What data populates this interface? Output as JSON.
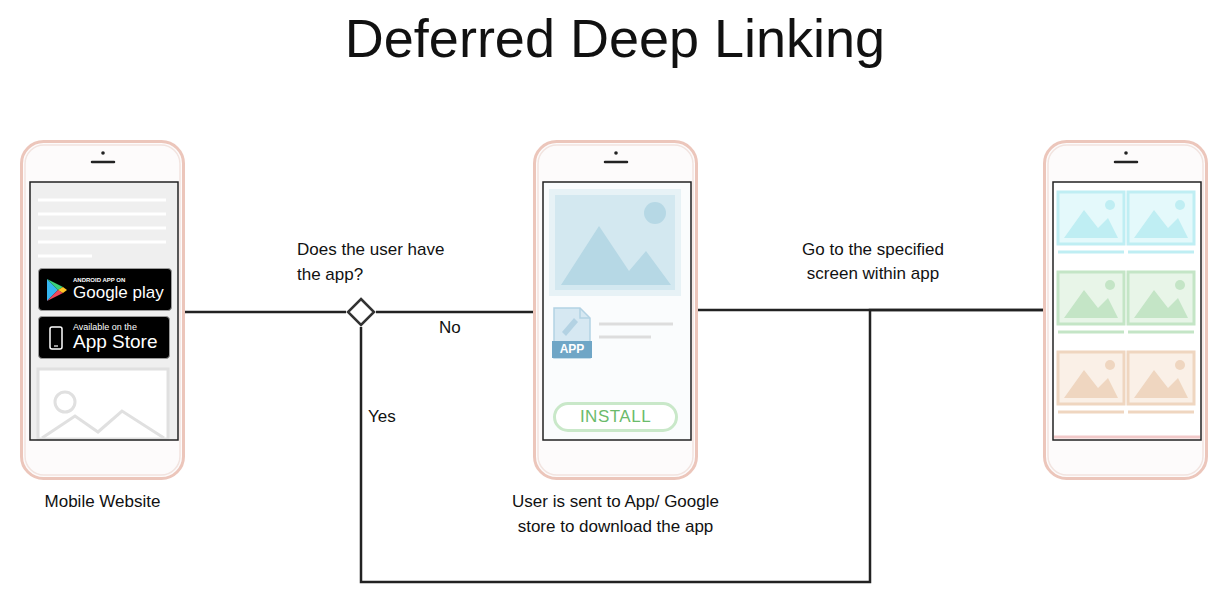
{
  "diagram": {
    "title": "Deferred Deep Linking",
    "nodes": [
      {
        "text": [
          "Mobile Website"
        ]
      },
      {
        "text": [
          "ANDROID APP ON",
          "Google play"
        ],
        "in": 0
      },
      {
        "text": [
          "Available on the",
          "App Store"
        ],
        "in": 0
      },
      {
        "text": [
          "Does the user have the app?"
        ]
      },
      {
        "text": [
          "User is sent to App/ Google store to download the app"
        ]
      },
      {
        "text": [
          "APP"
        ],
        "in": 4
      },
      {
        "text": [
          "INSTALL"
        ],
        "in": 4
      },
      {
        "text": []
      }
    ],
    "edges": [
      {
        "from": 0,
        "to": 3,
        "arrow": "none"
      },
      {
        "from": 3,
        "to": 4,
        "label": "No",
        "arrow": "none"
      },
      {
        "from": 4,
        "to": 7,
        "label": "Go to the specified screen within app",
        "arrow": "none"
      },
      {
        "from": 3,
        "to": 7,
        "label": "Yes",
        "arrow": "none"
      }
    ]
  }
}
